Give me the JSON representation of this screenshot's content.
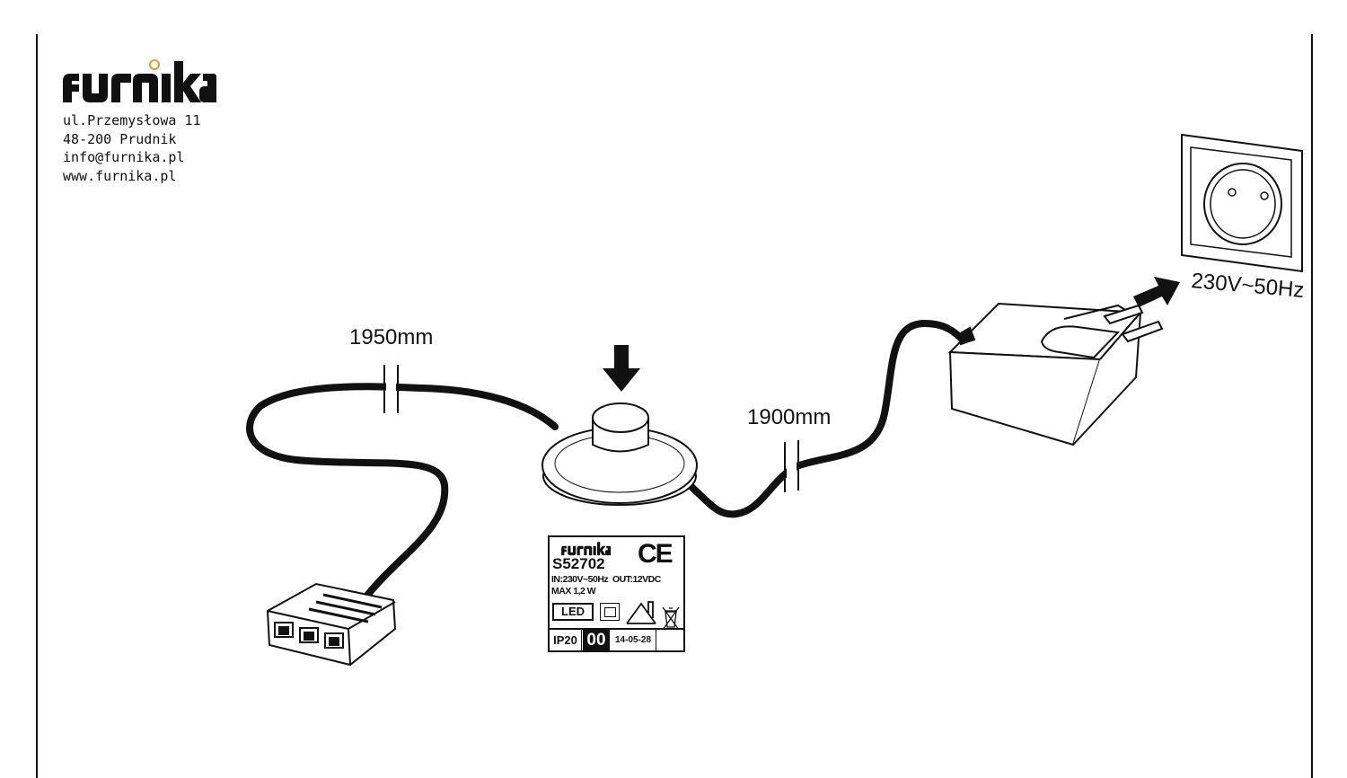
{
  "brand": {
    "name": "furnika",
    "address_lines": [
      "ul.Przemysłowa 11",
      "48-200 Prudnik",
      "info@furnika.pl",
      "www.furnika.pl"
    ]
  },
  "dimensions": {
    "cable_left": "1950mm",
    "cable_right": "1900mm"
  },
  "mains": {
    "label": "230V~50Hz"
  },
  "product_label": {
    "brand": "furnika",
    "mark": "CE",
    "model": "S52702",
    "spec_line1": "IN:230V~50Hz  OUT:12VDC",
    "spec_line2": "MAX 1,2 W",
    "led_badge": "LED",
    "ip_rating": "IP20",
    "code_badge": "00",
    "date": "14-05-28"
  },
  "icons": [
    "furnika-logo",
    "distribution-connector-icon",
    "foot-switch-icon",
    "press-arrow-icon",
    "power-adapter-icon",
    "plug-in-arrow-icon",
    "wall-socket-icon",
    "class2-icon",
    "house-indoor-icon",
    "weee-bin-icon"
  ]
}
